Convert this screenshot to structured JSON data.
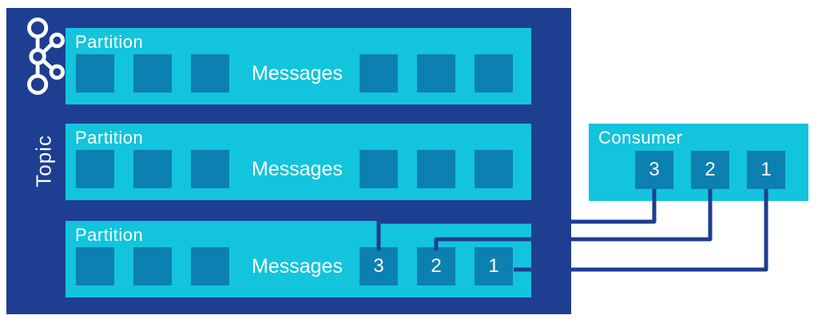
{
  "title": "Kafka topic with partitions and consumer",
  "colors": {
    "navy": "#1d3e91",
    "cyan": "#13c4dd",
    "square": "#0c80b0",
    "text": "#ffffff"
  },
  "topic": {
    "label": "Topic",
    "logo_icon": "kafka-logo",
    "partitions": [
      {
        "label": "Partition",
        "messages_label": "Messages"
      },
      {
        "label": "Partition",
        "messages_label": "Messages"
      },
      {
        "label": "Partition",
        "messages_label": "Messages",
        "numbered": [
          "3",
          "2",
          "1"
        ]
      }
    ]
  },
  "consumer": {
    "label": "Consumer",
    "squares": [
      "3",
      "2",
      "1"
    ]
  },
  "connections": [
    {
      "from": "consumer-square-3",
      "to": "partition-3-message-3"
    },
    {
      "from": "consumer-square-2",
      "to": "partition-3-message-2"
    },
    {
      "from": "consumer-square-1",
      "to": "partition-3-message-1"
    }
  ]
}
